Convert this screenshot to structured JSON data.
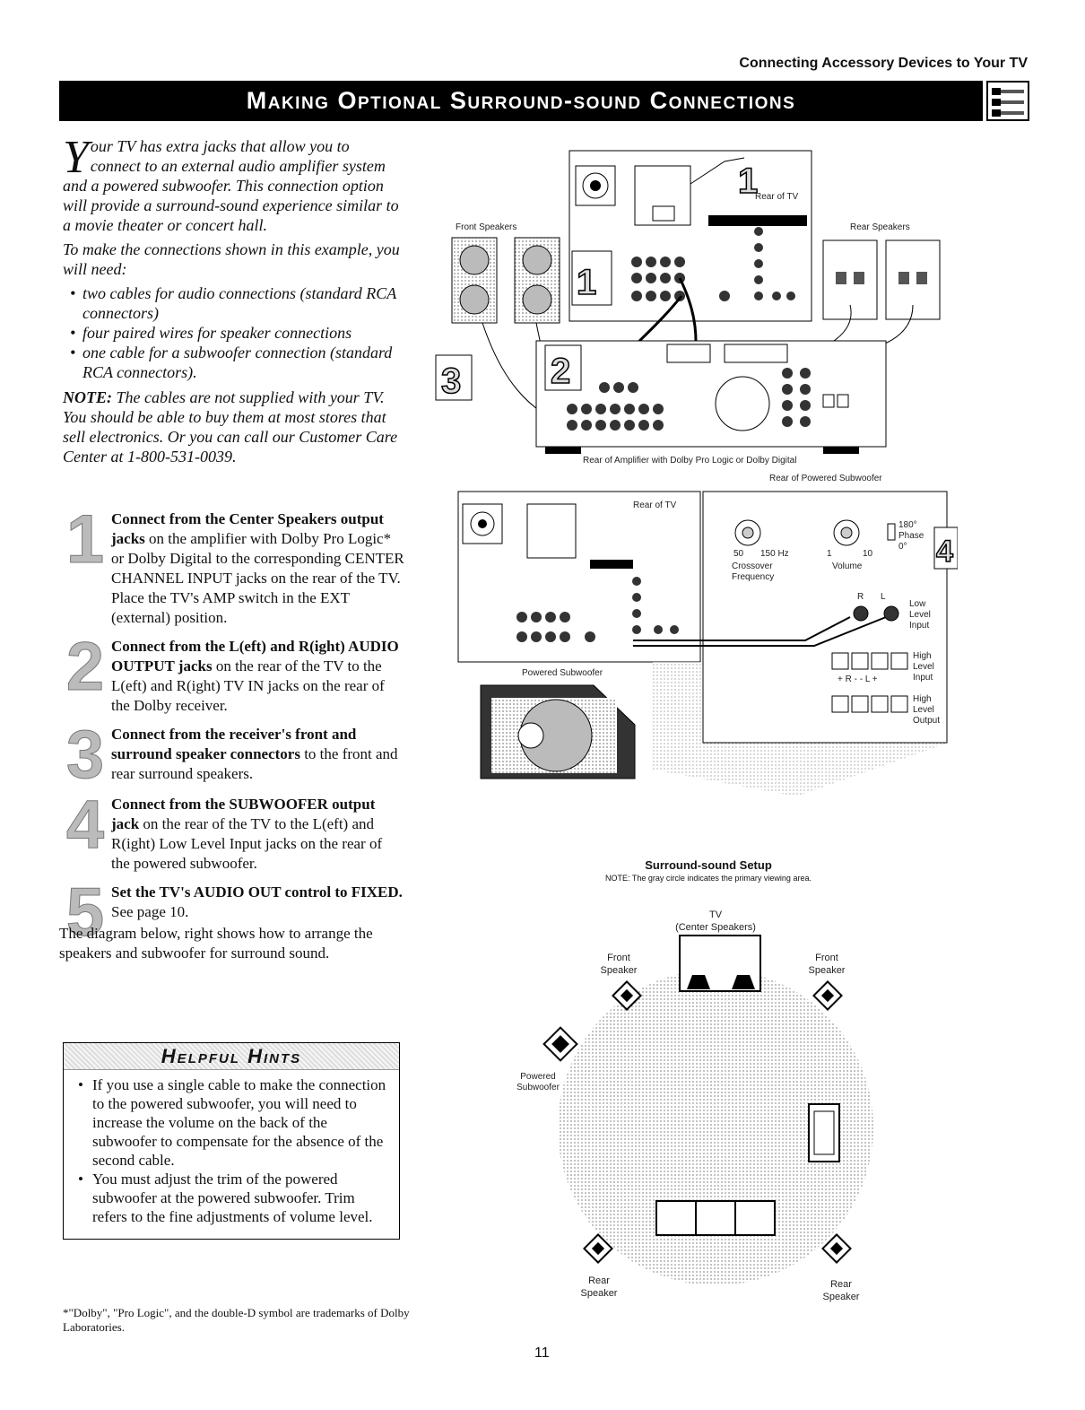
{
  "header": {
    "running_head": "Connecting Accessory Devices to Your TV",
    "title": "Making Optional Surround-sound Connections"
  },
  "intro": {
    "dropcap": "Y",
    "para1": "our TV has extra jacks that allow you to connect to an external audio amplifier system and a powered subwoofer. This connection option will provide a surround-sound experience similar to a movie theater or concert hall.",
    "para2": "To make the connections shown in this example, you will need:",
    "needs": [
      "two cables for audio connections (standard RCA connectors)",
      "four paired wires for speaker connections",
      "one cable for a subwoofer connection (standard RCA connectors)."
    ],
    "note_label": "NOTE:",
    "note_text": "The cables are not supplied with your TV. You should be able to buy them at most stores that sell electronics. Or you can call our Customer Care Center at 1-800-531-0039."
  },
  "steps": [
    {
      "number": "1",
      "bold": "Connect from the Center Speakers output jacks",
      "text": " on the amplifier with Dolby Pro Logic* or Dolby Digital to the corresponding CENTER CHANNEL INPUT jacks on the rear of the TV. Place the TV's AMP switch in the EXT (external) position."
    },
    {
      "number": "2",
      "bold": "Connect from the L(eft) and R(ight) AUDIO OUTPUT jacks",
      "text": " on the rear of the TV to the L(eft) and R(ight) TV IN jacks on the rear of the Dolby receiver."
    },
    {
      "number": "3",
      "bold": "Connect from the receiver's front and surround speaker connectors",
      "text": " to the front and rear surround speakers."
    },
    {
      "number": "4",
      "bold": "Connect from the SUBWOOFER output jack",
      "text": " on the rear of the TV to the L(eft) and R(ight) Low Level Input jacks on the rear of the powered subwoofer."
    },
    {
      "number": "5",
      "bold": "Set the TV's AUDIO OUT control to FIXED.",
      "text": " See page 10."
    }
  ],
  "closing": "The diagram below, right shows how to arrange the speakers and subwoofer for surround sound.",
  "hints": {
    "title": "Helpful Hints",
    "items": [
      "If you use a single cable to make the connection to the powered subwoofer, you will need to increase the volume on the back of the subwoofer to compensate for the absence of the second cable.",
      "You must adjust the trim of the powered subwoofer at the powered subwoofer. Trim refers to the fine adjustments of volume level."
    ]
  },
  "footnote": "*\"Dolby\", \"Pro Logic\", and the double-D symbol are trademarks of Dolby Laboratories.",
  "page_number": "11",
  "diagram_top": {
    "rear_of_tv": "Rear of TV",
    "front_speakers": "Front Speakers",
    "rear_speakers": "Rear Speakers",
    "caption": "Rear of Amplifier with Dolby Pro Logic or Dolby Digital",
    "callouts": [
      "1",
      "1",
      "2",
      "3"
    ]
  },
  "diagram_sub": {
    "rear_of_powered_subwoofer": "Rear of Powered Subwoofer",
    "rear_of_tv": "Rear of TV",
    "powered_subwoofer": "Powered Subwoofer",
    "crossover": "Crossover",
    "frequency": "Frequency",
    "freq_min": "50",
    "freq_max": "150 Hz",
    "volume": "Volume",
    "vol_min": "1",
    "vol_max": "10",
    "phase_180": "180°",
    "phase": "Phase",
    "phase_0": "0°",
    "r": "R",
    "l": "L",
    "low": "Low",
    "level": "Level",
    "input": "Input",
    "high": "High",
    "output": "Output",
    "terminals": "+ R -   - L +",
    "callout": "4"
  },
  "setup": {
    "title": "Surround-sound Setup",
    "note": "NOTE: The gray circle indicates the primary viewing area.",
    "tv": "TV",
    "center_speakers": "(Center Speakers)",
    "front": "Front",
    "rear": "Rear",
    "speaker": "Speaker",
    "powered": "Powered",
    "subwoofer": "Subwoofer"
  }
}
